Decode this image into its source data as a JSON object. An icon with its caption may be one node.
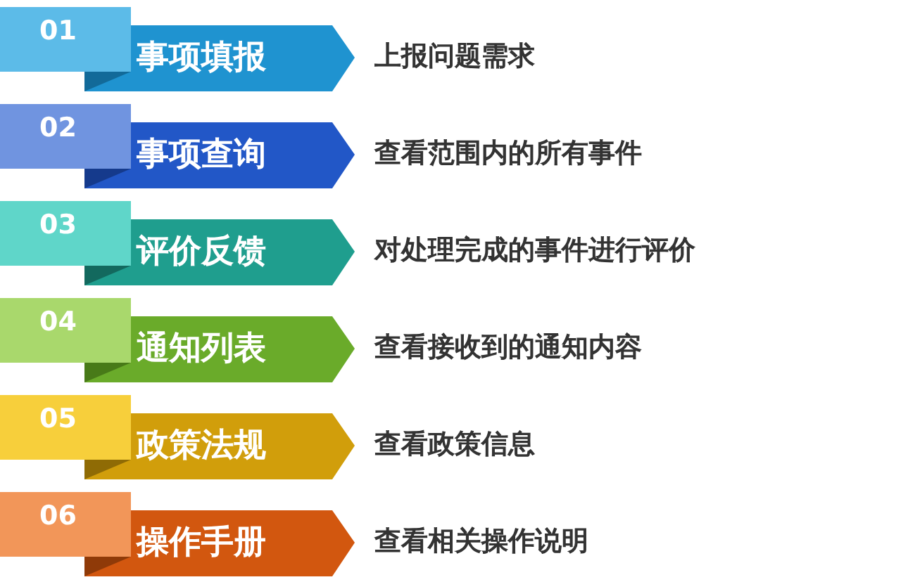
{
  "diagram": {
    "nodes": [
      {
        "text": [
          "01"
        ]
      },
      {
        "text": [
          "事项填报"
        ],
        "beside": [
          "上报问题需求"
        ]
      },
      {
        "text": [
          "02"
        ]
      },
      {
        "text": [
          "事项查询"
        ],
        "beside": [
          "查看范围内的所有事件"
        ]
      },
      {
        "text": [
          "03"
        ]
      },
      {
        "text": [
          "评价反馈"
        ],
        "beside": [
          "对处理完成的事件进行评价"
        ]
      },
      {
        "text": [
          "04"
        ]
      },
      {
        "text": [
          "通知列表"
        ],
        "beside": [
          "查看接收到的通知内容"
        ]
      },
      {
        "text": [
          "05"
        ]
      },
      {
        "text": [
          "政策法规"
        ],
        "beside": [
          "查看政策信息"
        ]
      },
      {
        "text": [
          "06"
        ]
      },
      {
        "text": [
          "操作手册"
        ],
        "beside": [
          "查看相关操作说明"
        ]
      }
    ]
  }
}
